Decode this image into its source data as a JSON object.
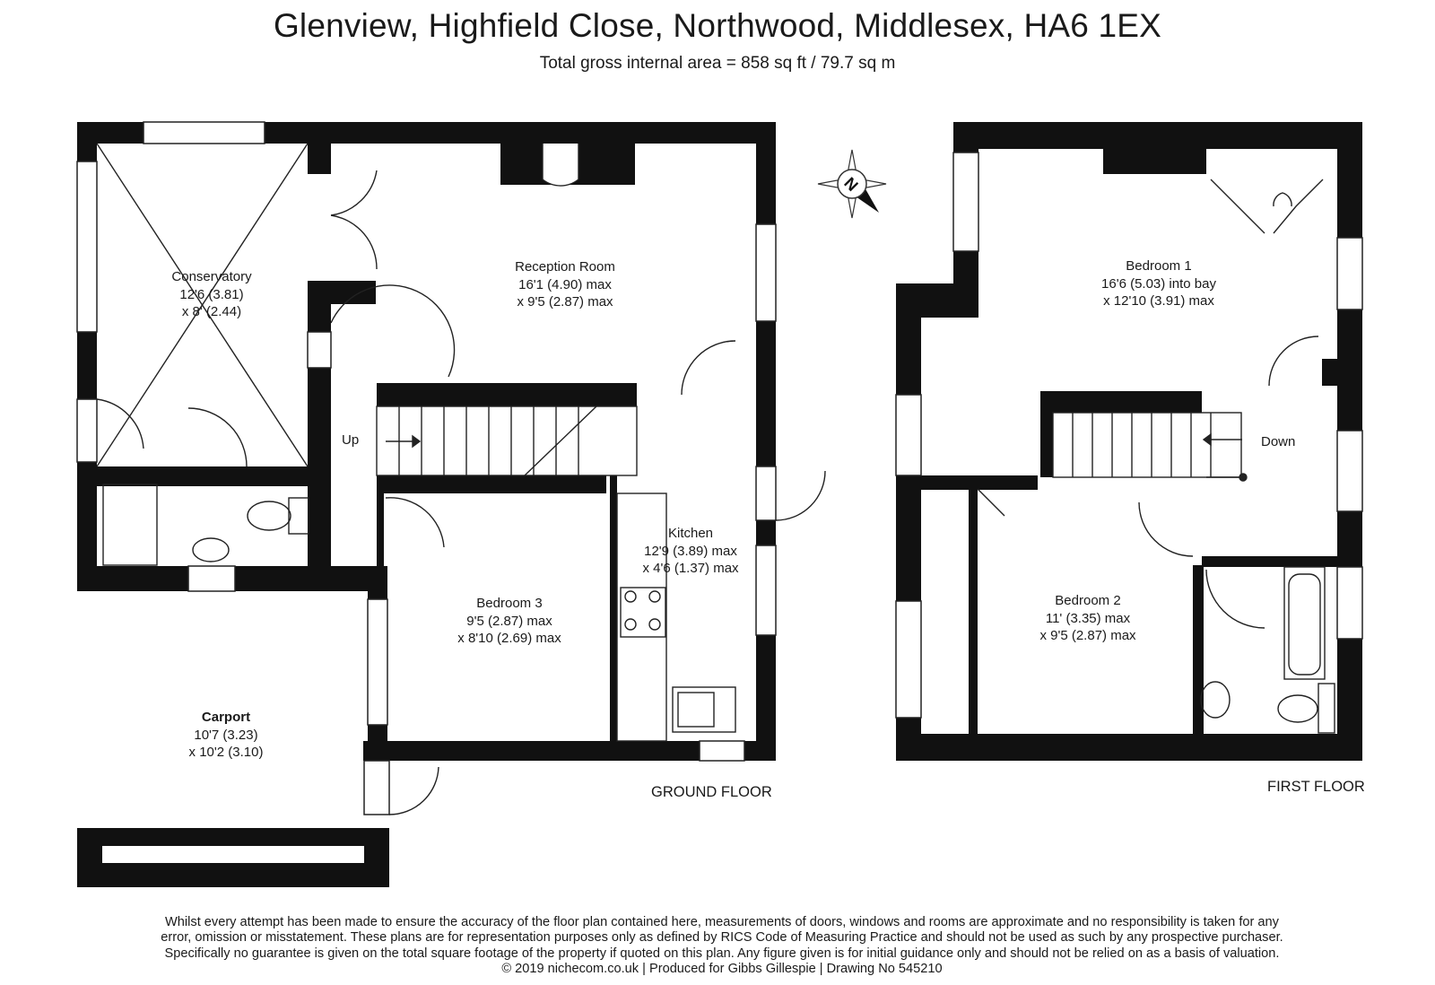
{
  "header": {
    "title": "Glenview, Highfield Close, Northwood, Middlesex, HA6 1EX",
    "subtitle": "Total gross internal area =  858 sq ft / 79.7 sq m"
  },
  "rooms": {
    "conservatory": {
      "name": "Conservatory",
      "dim1": "12'6 (3.81)",
      "dim2": "x 8' (2.44)"
    },
    "reception": {
      "name": "Reception Room",
      "dim1": "16'1 (4.90) max",
      "dim2": "x 9'5 (2.87) max"
    },
    "kitchen": {
      "name": "Kitchen",
      "dim1": "12'9 (3.89) max",
      "dim2": "x 4'6 (1.37) max"
    },
    "bedroom3": {
      "name": "Bedroom 3",
      "dim1": "9'5 (2.87) max",
      "dim2": "x 8'10 (2.69) max"
    },
    "carport": {
      "name": "Carport",
      "dim1": "10'7 (3.23)",
      "dim2": "x 10'2 (3.10)"
    },
    "bedroom1": {
      "name": "Bedroom 1",
      "dim1": "16'6 (5.03) into bay",
      "dim2": "x 12'10 (3.91) max"
    },
    "bedroom2": {
      "name": "Bedroom 2",
      "dim1": "11' (3.35) max",
      "dim2": "x 9'5 (2.87) max"
    }
  },
  "stairs": {
    "up": "Up",
    "down": "Down"
  },
  "floors": {
    "ground": "GROUND FLOOR",
    "first": "FIRST FLOOR"
  },
  "compass": {
    "letter": "N"
  },
  "disclaimer": {
    "line1": "Whilst every attempt has been made to ensure the accuracy of the floor plan contained here, measurements of doors, windows and rooms are approximate and no responsibility is taken for any",
    "line2": "error, omission or misstatement. These plans are for representation purposes only as defined by RICS Code of Measuring Practice and should not be used as such by any prospective purchaser.",
    "line3": "Specifically no guarantee is given on the total square footage of the property if quoted on this plan. Any figure given is for initial guidance only and should not be relied on as a basis of valuation.",
    "line4": "© 2019 nichecom.co.uk  |  Produced for Gibbs Gillespie  |  Drawing No 545210"
  }
}
